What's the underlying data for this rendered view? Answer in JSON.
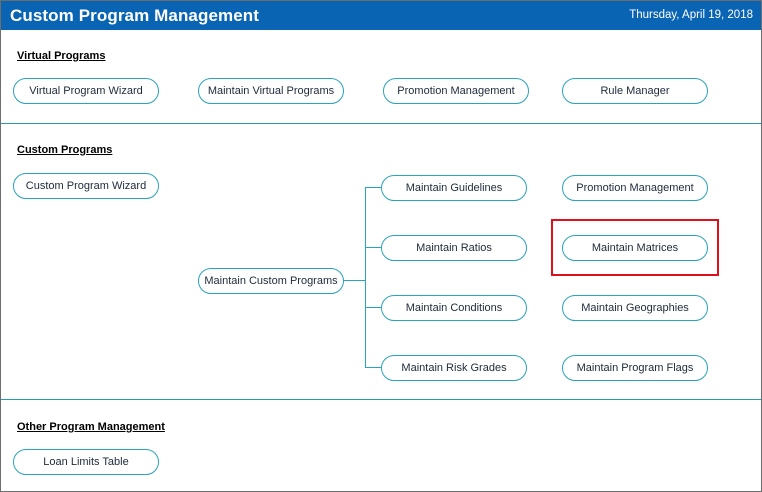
{
  "header": {
    "title": "Custom Program Management",
    "date": "Thursday, April 19, 2018"
  },
  "virtual_programs": {
    "title": "Virtual Programs",
    "buttons": [
      "Virtual Program Wizard",
      "Maintain Virtual Programs",
      "Promotion Management",
      "Rule Manager"
    ]
  },
  "custom_programs": {
    "title": "Custom Programs",
    "wizard": "Custom Program Wizard",
    "maintain": "Maintain Custom Programs",
    "middle": [
      "Maintain Guidelines",
      "Maintain Ratios",
      "Maintain Conditions",
      "Maintain Risk Grades"
    ],
    "right": [
      "Promotion Management",
      "Maintain Matrices",
      "Maintain Geographies",
      "Maintain Program Flags"
    ]
  },
  "other_programs": {
    "title": "Other Program Management",
    "buttons": [
      "Loan Limits Table"
    ]
  }
}
